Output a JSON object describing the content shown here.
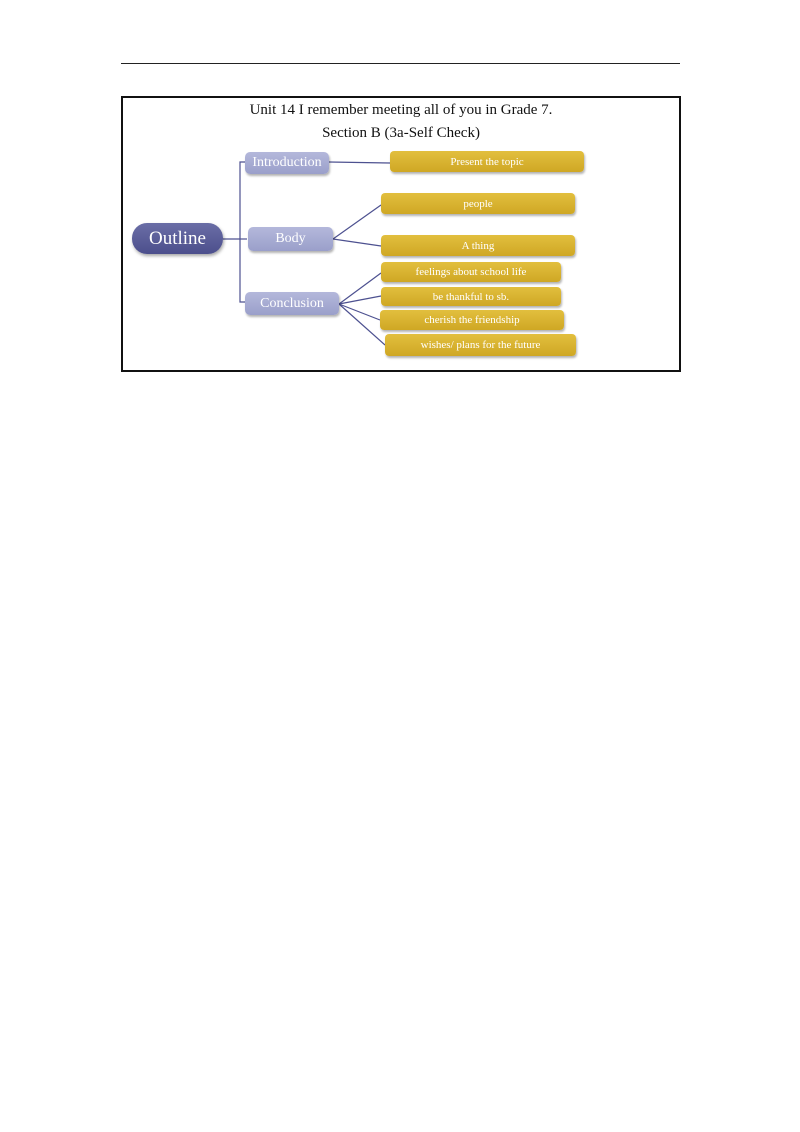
{
  "title": {
    "line1": "Unit 14 I remember meeting all of you in Grade 7.",
    "line2": "Section  B (3a-Self  Check)"
  },
  "diagram": {
    "root": "Outline",
    "branches": [
      {
        "label": "Introduction",
        "leaves": [
          "Present the topic"
        ]
      },
      {
        "label": "Body",
        "leaves": [
          "people",
          "A thing"
        ]
      },
      {
        "label": "Conclusion",
        "leaves": [
          "feelings about school life",
          "be thankful to sb.",
          "cherish the friendship",
          "wishes/ plans for the future"
        ]
      }
    ]
  },
  "colors": {
    "root": "#55589a",
    "branch": "#a6aad1",
    "leaf": "#d8b22f",
    "connector": "#4d5190"
  }
}
